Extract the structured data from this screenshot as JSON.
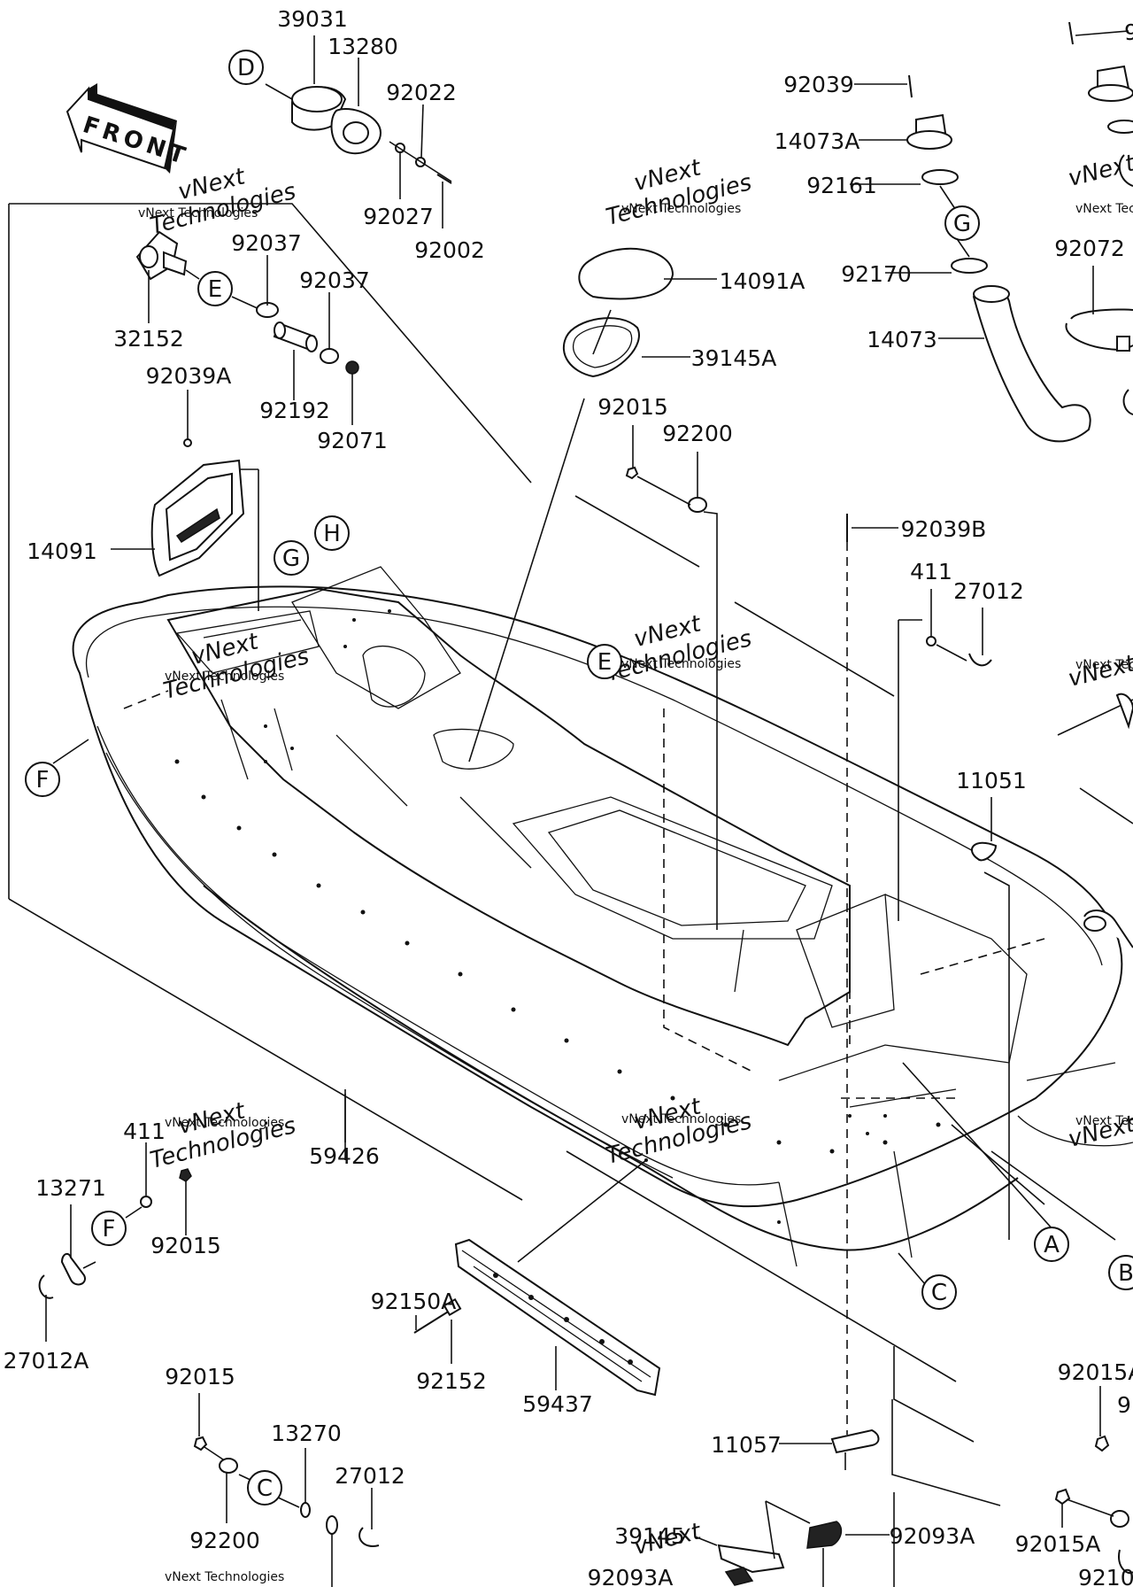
{
  "front_arrow": {
    "label": "FRONT"
  },
  "watermark": {
    "brand": "vNext",
    "line1": "Technologies",
    "small": "vNext Technologies"
  },
  "callouts": {
    "A": "A",
    "B": "B",
    "C": "C",
    "D": "D",
    "E": "E",
    "F": "F",
    "G": "G",
    "H": "H"
  },
  "parts": {
    "p39031": "39031",
    "p13280": "13280",
    "p92022": "92022",
    "p92027": "92027",
    "p92002": "92002",
    "p92037a": "92037",
    "p92037b": "92037",
    "p32152": "32152",
    "p92192": "92192",
    "p92071": "92071",
    "p92039A": "92039A",
    "p14091": "14091",
    "p14091A": "14091A",
    "p39145A": "39145A",
    "p92015a": "92015",
    "p92200a": "92200",
    "p92039": "92039",
    "p14073A": "14073A",
    "p92161": "92161",
    "p92170": "92170",
    "p14073": "14073",
    "p92072": "92072",
    "p92039B": "92039B",
    "p411a": "411",
    "p27012a": "27012",
    "p11051": "11051",
    "p59426": "59426",
    "p411b": "411",
    "p13271": "13271",
    "p92015b": "92015",
    "p27012A": "27012A",
    "p92150A": "92150A",
    "p92152": "92152",
    "p59437": "59437",
    "p92015c": "92015",
    "p13270": "13270",
    "p27012b": "27012",
    "p92200b": "92200",
    "p11057": "11057",
    "p39145": "39145",
    "p92093A": "92093A",
    "p92093A_cut": "92093A",
    "p92015A_top": "92015A",
    "p92015A": "92015A",
    "p_top_cut": "9",
    "p_right_cut": "9",
    "p_bottom_cut": "9210"
  }
}
